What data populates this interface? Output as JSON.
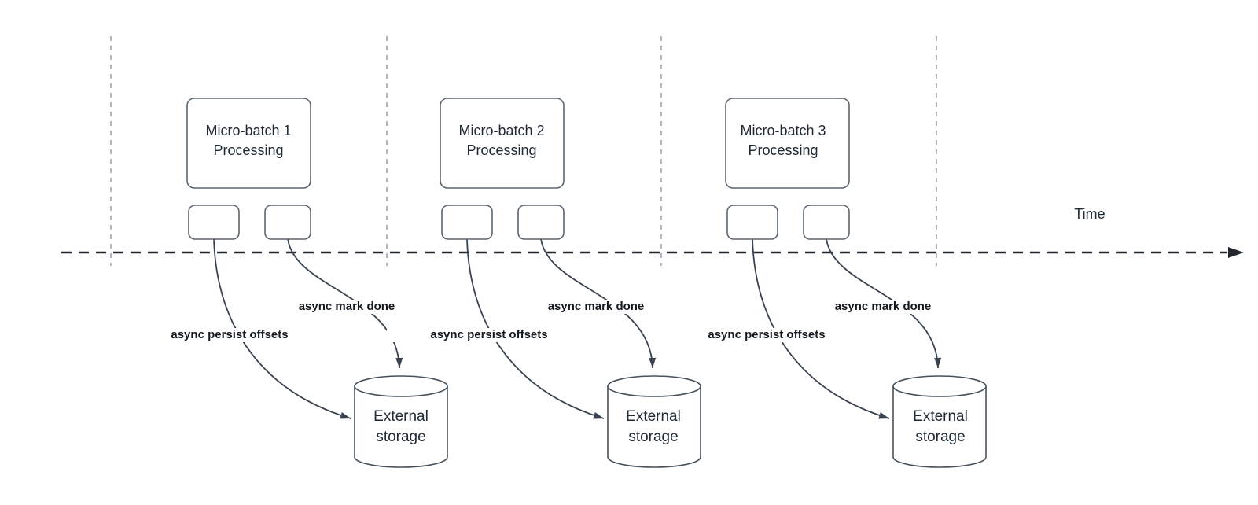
{
  "diagram": {
    "type": "timeline-flow-diagram",
    "axis": {
      "time_label": "Time"
    },
    "groups": [
      {
        "box_label": "Micro-batch 1\nProcessing",
        "persist_label": "async persist offsets",
        "done_label": "async mark done",
        "storage_label": "External\nstorage"
      },
      {
        "box_label": "Micro-batch 2\nProcessing",
        "persist_label": "async persist offsets",
        "done_label": "async mark done",
        "storage_label": "External\nstorage"
      },
      {
        "box_label": "Micro-batch 3\nProcessing",
        "persist_label": "async persist offsets",
        "done_label": "async mark done",
        "storage_label": "External\nstorage"
      }
    ],
    "colors": {
      "shape_stroke": "#5b656f",
      "cylinder_stroke": "#47525c",
      "connector": "#39434f",
      "axis_line": "#22272e",
      "lane_divider": "#b4b7bb",
      "text": "#202a35",
      "background": "#ffffff"
    }
  }
}
